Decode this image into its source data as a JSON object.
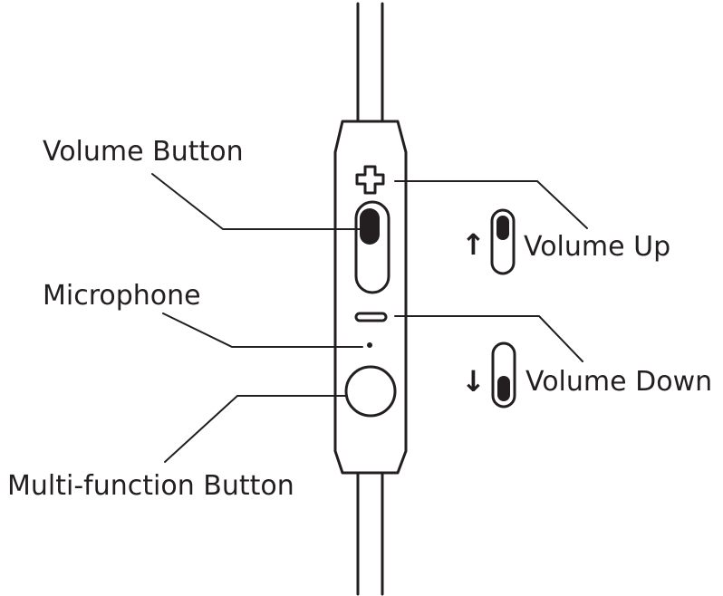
{
  "labels": {
    "volume_button": "Volume Button",
    "microphone": "Microphone",
    "multifunction_button": "Multi-function Button",
    "volume_up": "Volume Up",
    "volume_down": "Volume Down"
  },
  "glyphs": {
    "up_arrow": "↑",
    "down_arrow": "↓"
  },
  "colors": {
    "ink": "#231f20",
    "background": "#ffffff"
  }
}
